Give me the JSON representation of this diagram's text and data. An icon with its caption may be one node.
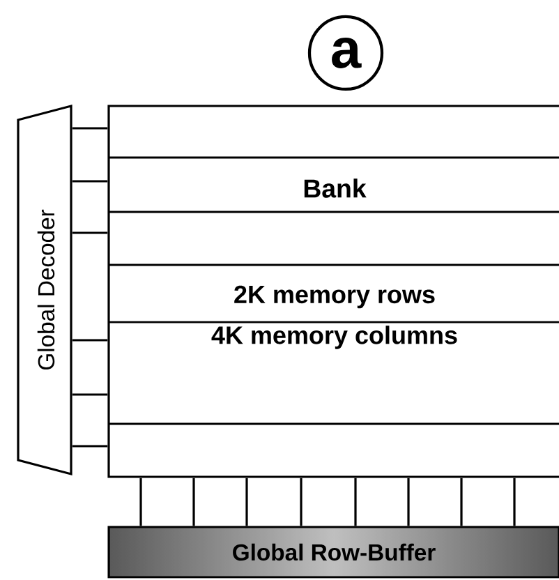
{
  "diagram": {
    "nodes": [
      {
        "text": [
          "a"
        ]
      },
      {
        "text": [
          "Global Decoder"
        ]
      },
      {
        "text": [
          "Bank",
          "2K memory rows",
          "4K memory columns"
        ]
      },
      {
        "text": [
          "Global Row-Buffer"
        ]
      }
    ],
    "edges": [
      {
        "from": 1,
        "to": 2,
        "arrow": "none"
      },
      {
        "from": 1,
        "to": 2,
        "arrow": "none"
      },
      {
        "from": 1,
        "to": 2,
        "arrow": "none"
      },
      {
        "from": 1,
        "to": 2,
        "arrow": "none"
      },
      {
        "from": 1,
        "to": 2,
        "arrow": "none"
      },
      {
        "from": 1,
        "to": 2,
        "arrow": "none"
      },
      {
        "from": 2,
        "to": 3,
        "arrow": "none"
      },
      {
        "from": 2,
        "to": 3,
        "arrow": "none"
      },
      {
        "from": 2,
        "to": 3,
        "arrow": "none"
      },
      {
        "from": 2,
        "to": 3,
        "arrow": "none"
      },
      {
        "from": 2,
        "to": 3,
        "arrow": "none"
      },
      {
        "from": 2,
        "to": 3,
        "arrow": "none"
      },
      {
        "from": 2,
        "to": 3,
        "arrow": "none"
      },
      {
        "from": 2,
        "to": 3,
        "arrow": "none"
      }
    ]
  }
}
